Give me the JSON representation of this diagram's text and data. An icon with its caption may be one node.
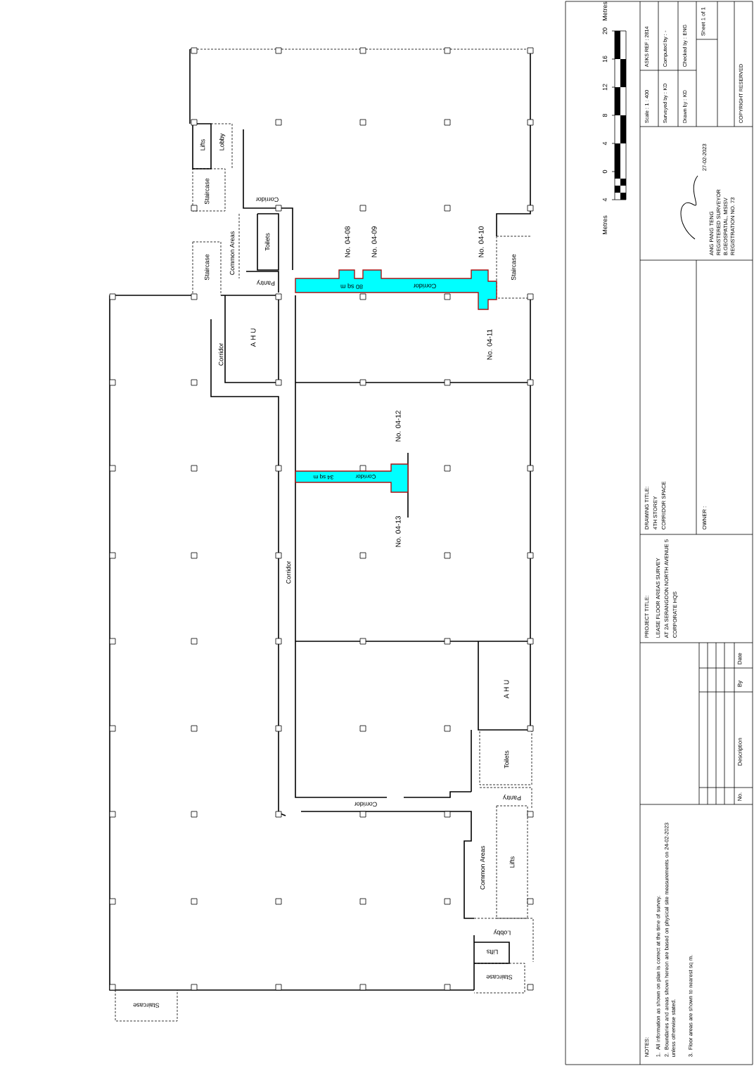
{
  "diagram": {
    "nodes": [
      {
        "text": [
          "80 sq m",
          "Corridor"
        ]
      },
      {
        "text": [
          "34 sq m",
          "Corridor"
        ]
      }
    ],
    "labels": [
      "Lifts",
      "Lobby",
      "Staircase",
      "Corridor",
      "Common Areas",
      "Toilets",
      "Staircase",
      "Pantry",
      "No. 04-08",
      "No. 04-09",
      "No. 04-10",
      "Staircase",
      "A H U",
      "Corridor",
      "No. 04-11",
      "No. 04-12",
      "No. 04-13",
      "Corridor",
      "A H U",
      "Toilets",
      "Pantry",
      "Corridor",
      "Common Areas",
      "Lifts",
      "Lobby",
      "Lifts",
      "Staircase",
      "Staircase",
      "Metres",
      "20",
      "16",
      "12",
      "8",
      "4",
      "0",
      "4",
      "Metres",
      "Scale : 1 : 400",
      "ASKS REF : 2814",
      "Surveyed by : KD",
      "Computed by : -",
      "Drawn by : KD",
      "Checked by : ENG",
      "Sheet 1 of 1",
      "COPYRIGHT RESERVED",
      "27-02-2023",
      "ANG PANG TENG",
      "REGISTERED SURVEYOR",
      "B.GEOSPATIAL, MSISV",
      "REGISTRATION NO. 73",
      "DRAWING TITLE:",
      "4TH STOREY",
      "CORRIDOR SPACE",
      "OWNER :",
      "PROJECT TITLE:",
      "LEASE FLOOR AREAS SURVEY",
      "AT 2A SERANGOON NORTH AVENUE 5",
      "CORPORATE HQS",
      "No.",
      "Description",
      "By",
      "Date",
      "NOTES:",
      "1. All information as shown on plan is correct at the time of survey.",
      "2. Boundaries and areas shown hereon are based on physical site measurements on 24-02-2023 unless otherwise stated.",
      "3. Floor areas are shown to nearest sq m."
    ]
  }
}
